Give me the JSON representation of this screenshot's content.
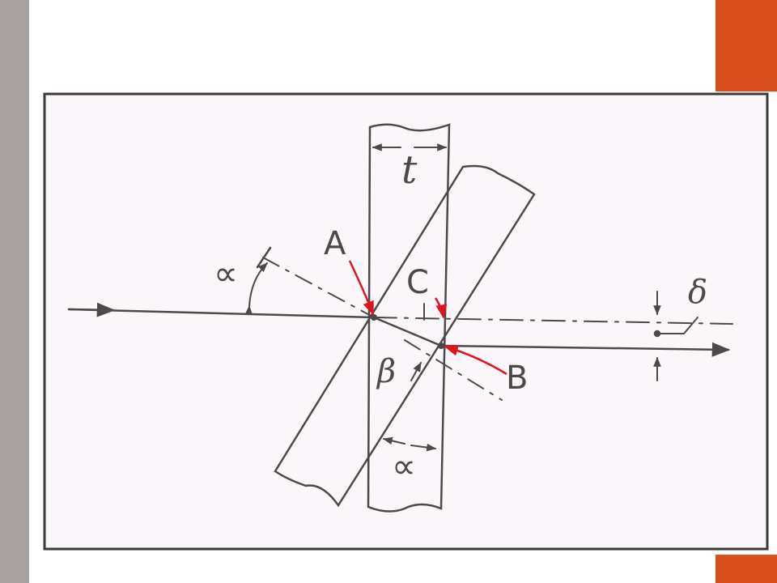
{
  "colors": {
    "side_bar": "#a8a2a2",
    "accent": "#d94e1f",
    "diagram_bg": "#fbf6fa",
    "ink": "#4a4a4a",
    "annotation": "#e0141e"
  },
  "labels": {
    "A": "A",
    "B": "B",
    "C": "C",
    "t": "t",
    "alpha_left": "∝",
    "alpha_bottom": "∝",
    "beta": "β",
    "delta": "δ"
  }
}
